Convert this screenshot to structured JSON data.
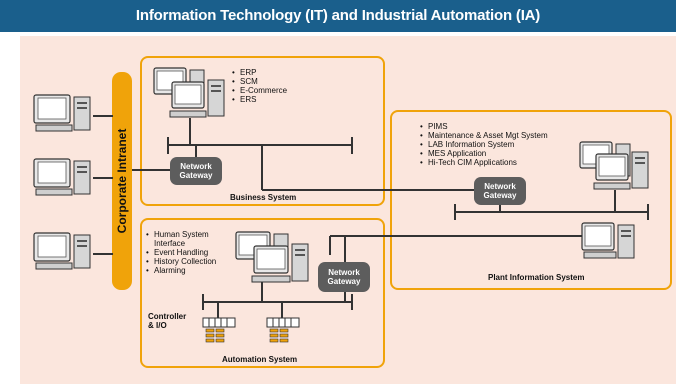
{
  "title": "Information Technology (IT) and Industrial Automation (IA)",
  "intranet_label": "Corporate Intranet",
  "business": {
    "label": "Business System",
    "items": [
      "ERP",
      "SCM",
      "E-Commerce",
      "ERS"
    ],
    "gateway": [
      "Network",
      "Gateway"
    ]
  },
  "plant": {
    "label": "Plant Information System",
    "items": [
      "PIMS",
      "Maintenance & Asset Mgt System",
      "LAB Information System",
      "MES Application",
      "Hi-Tech CIM Applications"
    ],
    "gateway": [
      "Network",
      "Gateway"
    ]
  },
  "automation": {
    "label": "Automation System",
    "items": [
      "Human System",
      "Interface",
      "Event Handling",
      "History Collection",
      "Alarming"
    ],
    "gateway": [
      "Network",
      "Gateway"
    ],
    "controller_label": [
      "Controller",
      "& I/O"
    ]
  },
  "colors": {
    "title_bar": "#1a5f8c",
    "background": "#fbe6dd",
    "region_border": "#f0a30a",
    "gateway": "#5d5d5d"
  }
}
